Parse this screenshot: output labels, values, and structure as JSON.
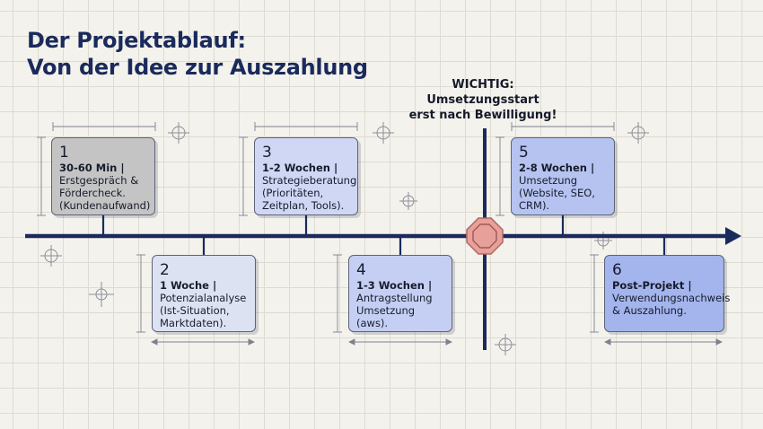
{
  "title": {
    "line1": "Der Projektablauf:",
    "line2": "Von der Idee zur Auszahlung"
  },
  "important": {
    "line1": "WICHTIG:",
    "line2": "Umsetzungsstart",
    "line3": "erst nach Bewilligung!"
  },
  "steps": [
    {
      "number": "1",
      "duration": "30-60 Min |",
      "desc": [
        "Erstgespräch &",
        "Fördercheck.",
        "(Kundenaufwand)"
      ]
    },
    {
      "number": "2",
      "duration": "1 Woche |",
      "desc": [
        "Potenzialanalyse",
        "(Ist-Situation,",
        "Marktdaten)."
      ]
    },
    {
      "number": "3",
      "duration": "1-2 Wochen |",
      "desc": [
        "Strategieberatung",
        "(Prioritäten,",
        "Zeitplan, Tools)."
      ]
    },
    {
      "number": "4",
      "duration": "1-3 Wochen |",
      "desc": [
        "Antragstellung",
        "Umsetzung (aws)."
      ]
    },
    {
      "number": "5",
      "duration": "2-8 Wochen |",
      "desc": [
        "Umsetzung",
        "(Website, SEO,",
        "CRM)."
      ]
    },
    {
      "number": "6",
      "duration": "Post-Projekt |",
      "desc": [
        "Verwendungsnachweis",
        "& Auszahlung."
      ]
    }
  ],
  "colors": {
    "timeline": "#1a2a5c",
    "stop_sign": "#e8a09a"
  },
  "icons": [
    "arrow-right-icon",
    "stop-octagon-icon",
    "crosshair-icon"
  ]
}
